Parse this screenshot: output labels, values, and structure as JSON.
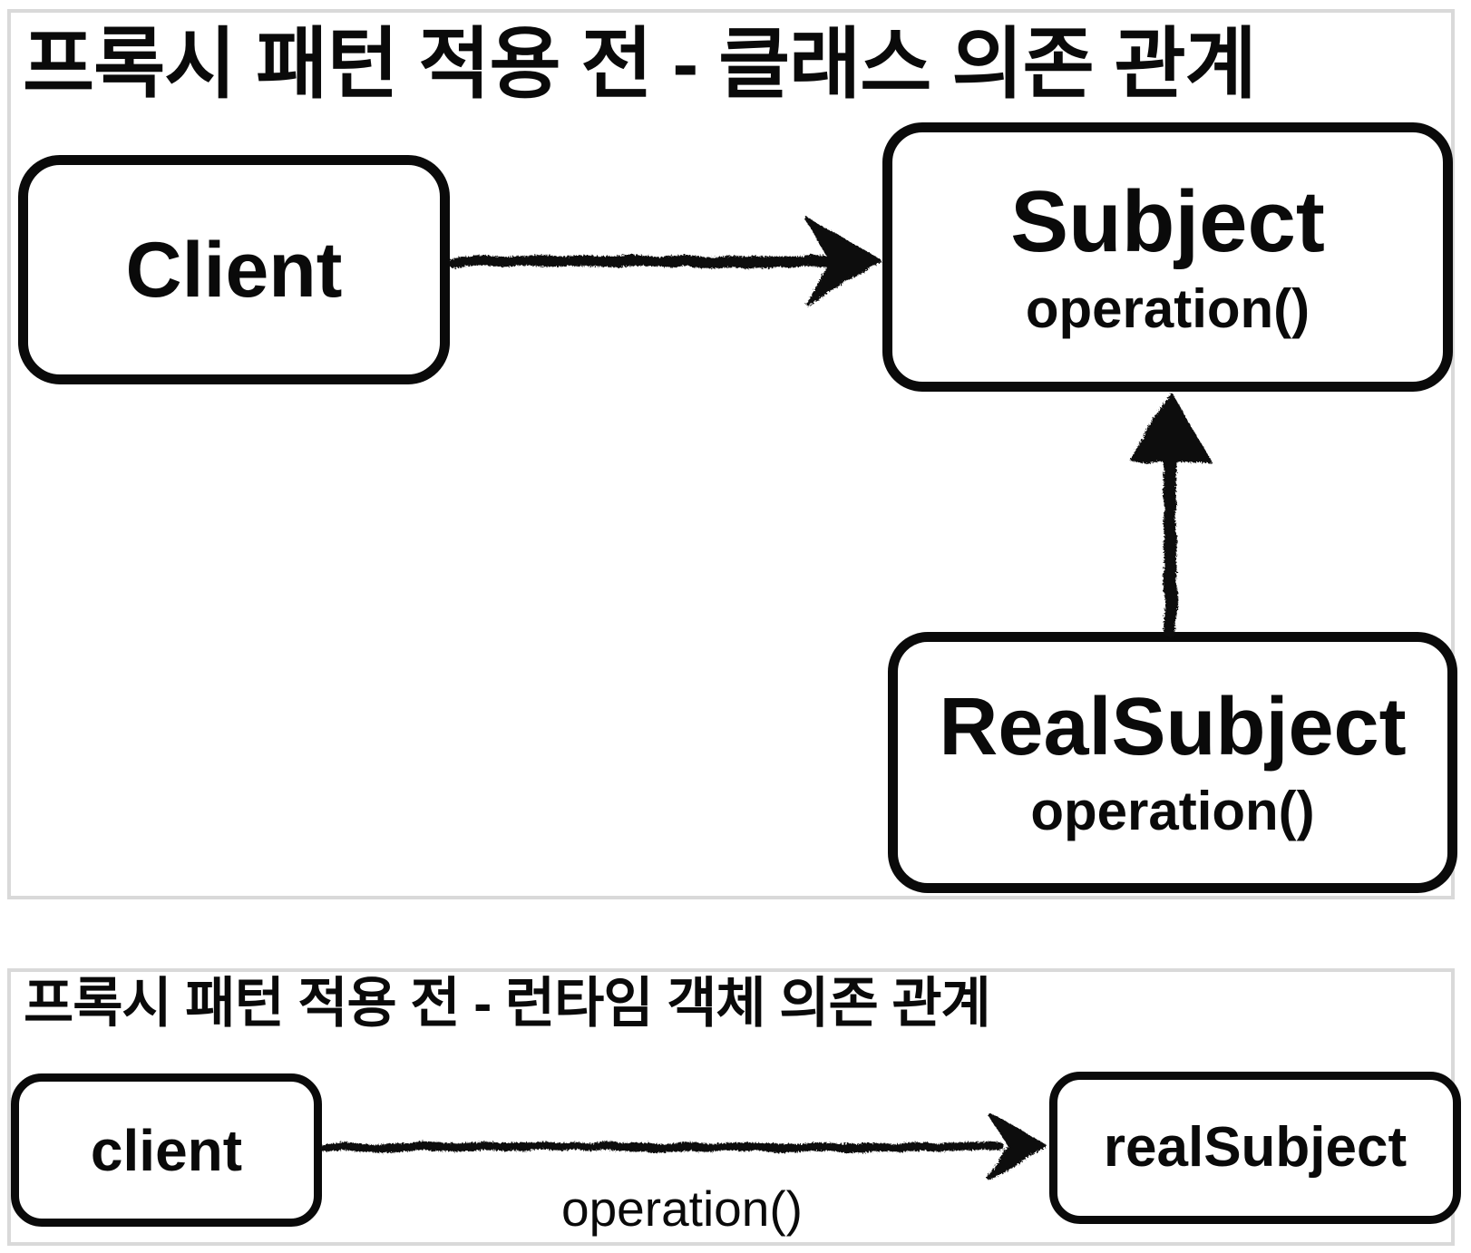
{
  "colors": {
    "ink": "#0a0a0a",
    "panel_border": "#d9d9d9",
    "background": "#ffffff"
  },
  "panels": [
    {
      "title": "프록시 패턴 적용 전 - 클래스 의존 관계",
      "nodes": [
        {
          "id": "Client",
          "label": "Client"
        },
        {
          "id": "Subject",
          "label": "Subject",
          "method": "operation()"
        },
        {
          "id": "RealSubject",
          "label": "RealSubject",
          "method": "operation()"
        }
      ],
      "edges": [
        {
          "from": "Client",
          "to": "Subject",
          "style": "hand-drawn-arrow"
        },
        {
          "from": "RealSubject",
          "to": "Subject",
          "style": "hand-drawn-arrow"
        }
      ]
    },
    {
      "title": "프록시 패턴 적용 전 - 런타임 객체 의존 관계",
      "nodes": [
        {
          "id": "client",
          "label": "client"
        },
        {
          "id": "realSubject",
          "label": "realSubject"
        }
      ],
      "edges": [
        {
          "from": "client",
          "to": "realSubject",
          "label": "operation()",
          "style": "hand-drawn-arrow"
        }
      ]
    }
  ]
}
